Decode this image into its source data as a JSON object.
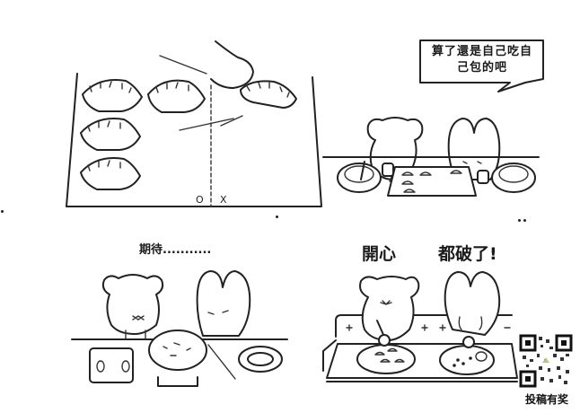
{
  "comic": {
    "panels": [
      {
        "id": "panel-1",
        "description": "Hand placing a misshapen dumpling on a board divided into O and X sides; four neat dumplings on O side",
        "labels": {
          "good_side": "O",
          "bad_side": "X"
        }
      },
      {
        "id": "panel-2",
        "description": "Bear and bunny at the table with filling bowls and a tray of dumplings",
        "speech_bubble": {
          "line1": "算了還是自己吃自",
          "line2": "己包的吧"
        }
      },
      {
        "id": "panel-3",
        "description": "Bear and bunny waiting as dumplings boil in a pot",
        "caption": "期待..........."
      },
      {
        "id": "panel-4",
        "description": "Bear happily eating intact dumplings; bunny's dumplings all broke apart",
        "caption_left": "開心",
        "caption_right": "都破了!"
      }
    ],
    "footer": {
      "qr_label": "投稿有奖"
    },
    "colors": {
      "ink": "#222222",
      "background": "#ffffff"
    }
  }
}
